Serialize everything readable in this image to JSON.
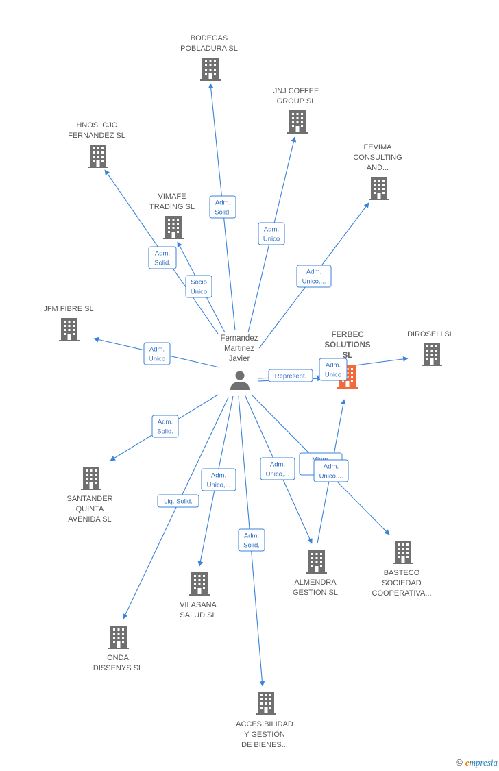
{
  "center": {
    "name_lines": [
      "Fernandez",
      "Martinez",
      "Javier"
    ],
    "icon": "person-icon"
  },
  "companies": [
    {
      "id": "bodegas",
      "lines": [
        "BODEGAS",
        "POBLADURA  SL"
      ],
      "icon": "building-icon",
      "color": "#707070"
    },
    {
      "id": "jnj",
      "lines": [
        "JNJ COFFEE",
        "GROUP  SL"
      ],
      "icon": "building-icon",
      "color": "#707070"
    },
    {
      "id": "hnos",
      "lines": [
        "HNOS.  CJC",
        "FERNANDEZ  SL"
      ],
      "icon": "building-icon",
      "color": "#707070"
    },
    {
      "id": "fevima",
      "lines": [
        "FEVIMA",
        "CONSULTING",
        "AND..."
      ],
      "icon": "building-icon",
      "color": "#707070"
    },
    {
      "id": "vimafe",
      "lines": [
        "VIMAFE",
        "TRADING  SL"
      ],
      "icon": "building-icon",
      "color": "#707070"
    },
    {
      "id": "jfm",
      "lines": [
        "JFM FIBRE  SL"
      ],
      "icon": "building-icon",
      "color": "#707070"
    },
    {
      "id": "ferbec",
      "lines": [
        "FERBEC",
        "SOLUTIONS",
        "SL"
      ],
      "icon": "building-icon",
      "color": "#f06a3a",
      "focus": true
    },
    {
      "id": "diroseli",
      "lines": [
        "DIROSELI  SL"
      ],
      "icon": "building-icon",
      "color": "#707070"
    },
    {
      "id": "santander",
      "lines": [
        "SANTANDER",
        "QUINTA",
        "AVENIDA  SL"
      ],
      "icon": "building-icon",
      "color": "#707070"
    },
    {
      "id": "vilasana",
      "lines": [
        "VILASANA",
        "SALUD  SL"
      ],
      "icon": "building-icon",
      "color": "#707070"
    },
    {
      "id": "almendra",
      "lines": [
        "ALMENDRA",
        "GESTION  SL"
      ],
      "icon": "building-icon",
      "color": "#707070"
    },
    {
      "id": "basteco",
      "lines": [
        "BASTECO",
        "SOCIEDAD",
        "COOPERATIVA..."
      ],
      "icon": "building-icon",
      "color": "#707070"
    },
    {
      "id": "onda",
      "lines": [
        "ONDA",
        "DISSENYS  SL"
      ],
      "icon": "building-icon",
      "color": "#707070"
    },
    {
      "id": "accesibilidad",
      "lines": [
        "ACCESIBILIDAD",
        "Y GESTION",
        "DE BIENES..."
      ],
      "icon": "building-icon",
      "color": "#707070"
    }
  ],
  "edges": [
    {
      "id": "e-bodegas",
      "lines": [
        "Adm.",
        "Solid."
      ]
    },
    {
      "id": "e-jnj",
      "lines": [
        "Adm.",
        "Unico"
      ]
    },
    {
      "id": "e-hnos",
      "lines": [
        "Adm.",
        "Solid."
      ]
    },
    {
      "id": "e-fevima",
      "lines": [
        "Adm.",
        "Unico,..."
      ]
    },
    {
      "id": "e-vimafe",
      "lines": [
        "Socio",
        "Único"
      ]
    },
    {
      "id": "e-jfm",
      "lines": [
        "Adm.",
        "Unico"
      ]
    },
    {
      "id": "e-ferbec",
      "lines": [
        "Represent."
      ]
    },
    {
      "id": "e-diroseli",
      "lines": [
        "Adm.",
        "Unico"
      ]
    },
    {
      "id": "e-santander",
      "lines": [
        "Adm.",
        "Solid."
      ]
    },
    {
      "id": "e-vilasana",
      "lines": [
        "Adm.",
        "Unico,..."
      ]
    },
    {
      "id": "e-onda",
      "lines": [
        "Liq.  Solid."
      ]
    },
    {
      "id": "e-accesibilidad",
      "lines": [
        "Adm.",
        "Solid."
      ]
    },
    {
      "id": "e-almendra",
      "lines": [
        "Adm.",
        "Unico,..."
      ]
    },
    {
      "id": "e-basteco-a",
      "lines": [
        "Miem.",
        "Co..."
      ]
    },
    {
      "id": "e-basteco-b",
      "lines": [
        "Adm.",
        "Unico,..."
      ]
    }
  ],
  "watermark": {
    "symbol": "©",
    "brand_initial": "e",
    "brand_rest": "mpresia"
  }
}
